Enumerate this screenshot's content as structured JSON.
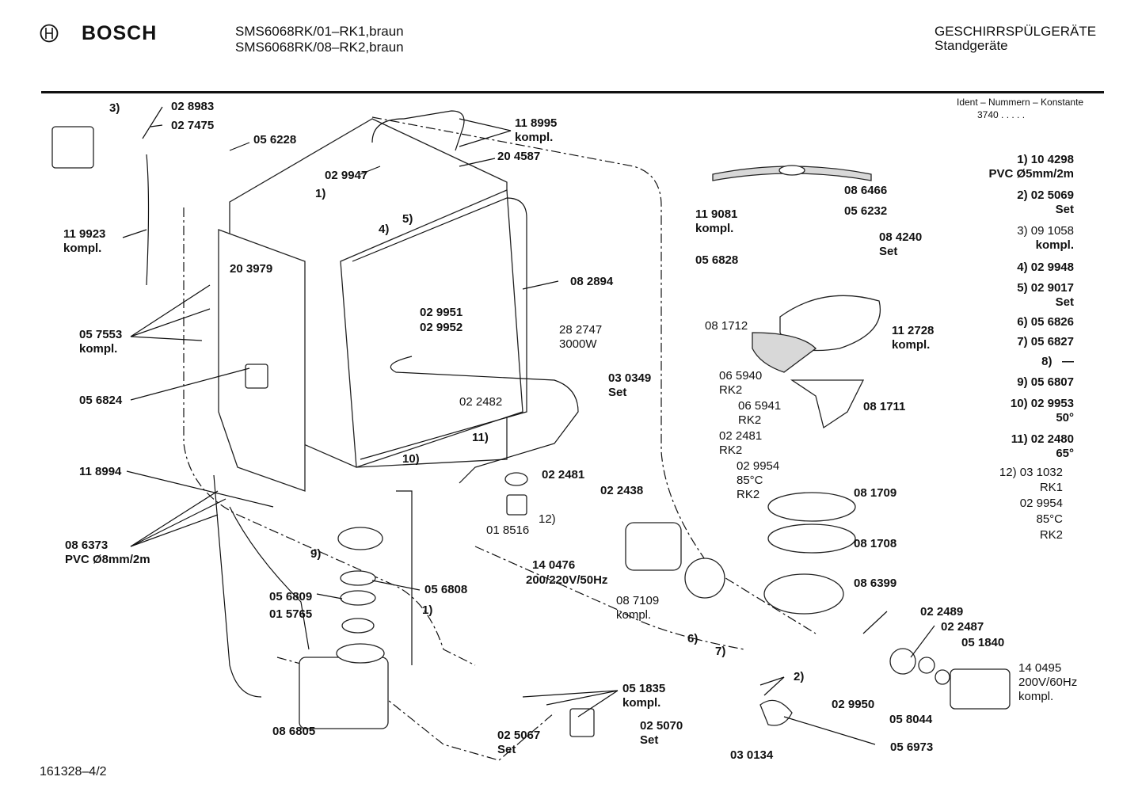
{
  "header": {
    "brand": "BOSCH",
    "model_line1": "SMS6068RK/01–RK1,braun",
    "model_line2": "SMS6068RK/08–RK2,braun",
    "category_line1": "GESCHIRRSPÜLGERÄTE",
    "category_line2": "Standgeräte"
  },
  "ident": {
    "title": "Ident – Nummern – Konstante",
    "value": "3740  .  .  .  .  ."
  },
  "footer": {
    "doc_number": "161328–4/2"
  },
  "legend": [
    {
      "k": "l1a",
      "text": "1) 10 4298",
      "bold": true
    },
    {
      "k": "l1b",
      "text": "PVC Ø5mm/2m",
      "bold": true
    },
    {
      "k": "l2a",
      "text": "2) 02 5069",
      "bold": true
    },
    {
      "k": "l2b",
      "text": "Set",
      "bold": true
    },
    {
      "k": "l3a",
      "text": "3) 09 1058",
      "bold": false
    },
    {
      "k": "l3b",
      "text": "kompl.",
      "bold": true
    },
    {
      "k": "l4",
      "text": "4) 02 9948",
      "bold": true
    },
    {
      "k": "l5a",
      "text": "5) 02 9017",
      "bold": true
    },
    {
      "k": "l5b",
      "text": "Set",
      "bold": true
    },
    {
      "k": "l6",
      "text": "6) 05 6826",
      "bold": true
    },
    {
      "k": "l7",
      "text": "7) 05 6827",
      "bold": true
    },
    {
      "k": "l8",
      "text": "8)   —",
      "bold": true
    },
    {
      "k": "l9",
      "text": "9) 05 6807",
      "bold": true
    },
    {
      "k": "l10a",
      "text": "10) 02 9953",
      "bold": true
    },
    {
      "k": "l10b",
      "text": "50°",
      "bold": true
    },
    {
      "k": "l11a",
      "text": "11) 02 2480",
      "bold": true
    },
    {
      "k": "l11b",
      "text": "65°",
      "bold": true
    },
    {
      "k": "l12a",
      "text": "12) 03 1032",
      "bold": false
    },
    {
      "k": "l12b",
      "text": "RK1",
      "bold": false
    },
    {
      "k": "l12c",
      "text": "02 9954",
      "bold": false
    },
    {
      "k": "l12d",
      "text": "85°C",
      "bold": false
    },
    {
      "k": "l12e",
      "text": "RK2",
      "bold": false
    }
  ],
  "labels": [
    {
      "text": "3)",
      "bold": true
    },
    {
      "text": "02 8983",
      "bold": true
    },
    {
      "text": "02 7475",
      "bold": true
    },
    {
      "text": "05 6228",
      "bold": true
    },
    {
      "text": "11 8995\nkompl.",
      "bold": true
    },
    {
      "text": "20 4587",
      "bold": true
    },
    {
      "text": "02 9947",
      "bold": true
    },
    {
      "text": "1)",
      "bold": true
    },
    {
      "text": "5)",
      "bold": true
    },
    {
      "text": "4)",
      "bold": true
    },
    {
      "text": "11 9923\nkompl.",
      "bold": true
    },
    {
      "text": "20 3979",
      "bold": true
    },
    {
      "text": "08 2894",
      "bold": true
    },
    {
      "text": "02 9951",
      "bold": true
    },
    {
      "text": "02 9952",
      "bold": true
    },
    {
      "text": "05 7553\nkompl.",
      "bold": true
    },
    {
      "text": "28 2747\n3000W",
      "bold": false
    },
    {
      "text": "05 6824",
      "bold": true
    },
    {
      "text": "02 2482",
      "bold": false
    },
    {
      "text": "11)",
      "bold": true
    },
    {
      "text": "10)",
      "bold": true
    },
    {
      "text": "11 8994",
      "bold": true
    },
    {
      "text": "02 2481",
      "bold": true
    },
    {
      "text": "12)",
      "bold": false
    },
    {
      "text": "08 6373\nPVC Ø8mm/2m",
      "bold": true
    },
    {
      "text": "01 8516",
      "bold": false
    },
    {
      "text": "9)",
      "bold": true
    },
    {
      "text": "05 6809",
      "bold": true
    },
    {
      "text": "05 6808",
      "bold": true
    },
    {
      "text": "01 5765",
      "bold": true
    },
    {
      "text": "1)",
      "bold": true
    },
    {
      "text": "08 6805",
      "bold": true
    },
    {
      "text": "05 1835\nkompl.",
      "bold": true
    },
    {
      "text": "02 5067\nSet",
      "bold": true
    },
    {
      "text": "02 5070\nSet",
      "bold": true
    },
    {
      "text": "03 0349\nSet",
      "bold": true
    },
    {
      "text": "02 2438",
      "bold": true
    },
    {
      "text": "14 0476",
      "bold": true
    },
    {
      "text": "200/220V/50Hz",
      "bold": true
    },
    {
      "text": "08 7109\nkompl.",
      "bold": false
    },
    {
      "text": "6)",
      "bold": true
    },
    {
      "text": "7)",
      "bold": true
    },
    {
      "text": "08 6466",
      "bold": true
    },
    {
      "text": "11 9081\nkompl.",
      "bold": true
    },
    {
      "text": "05 6232",
      "bold": true
    },
    {
      "text": "08 4240\nSet",
      "bold": true
    },
    {
      "text": "05 6828",
      "bold": true
    },
    {
      "text": "08 1712",
      "bold": false
    },
    {
      "text": "11 2728\nkompl.",
      "bold": true
    },
    {
      "text": "06 5940\nRK2",
      "bold": false
    },
    {
      "text": "06 5941\nRK2",
      "bold": false
    },
    {
      "text": "02 2481\nRK2",
      "bold": false
    },
    {
      "text": "02 9954\n85°C\nRK2",
      "bold": false
    },
    {
      "text": "08 1711",
      "bold": true
    },
    {
      "text": "08 1709",
      "bold": true
    },
    {
      "text": "08 1708",
      "bold": true
    },
    {
      "text": "08 6399",
      "bold": true
    },
    {
      "text": "02 2489",
      "bold": true
    },
    {
      "text": "02 2487",
      "bold": true
    },
    {
      "text": "05 1840",
      "bold": true
    },
    {
      "text": "14 0495\n200V/60Hz\nkompl.",
      "bold": false
    },
    {
      "text": "2)",
      "bold": true
    },
    {
      "text": "02 9950",
      "bold": true
    },
    {
      "text": "05 8044",
      "bold": true
    },
    {
      "text": "03 0134",
      "bold": true
    },
    {
      "text": "05 6973",
      "bold": true
    }
  ]
}
